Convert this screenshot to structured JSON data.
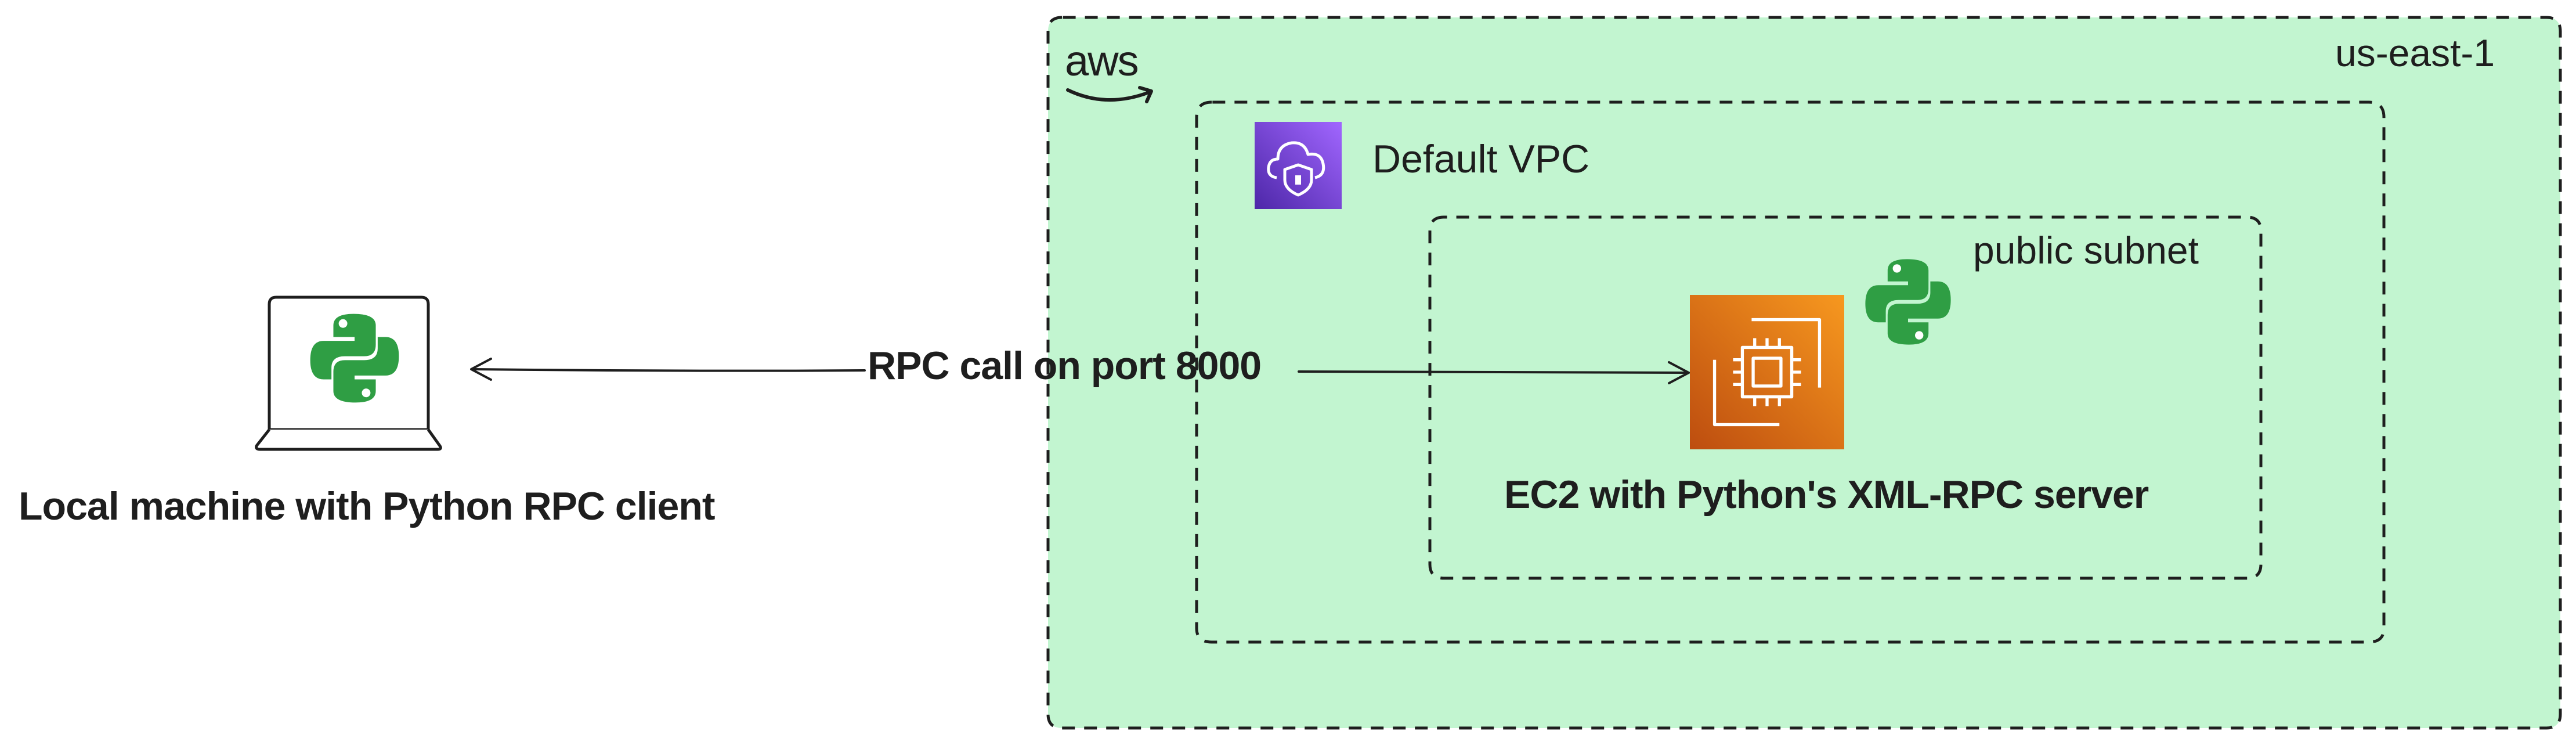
{
  "diagram": {
    "region": {
      "label": "us-east-1",
      "logo_text": "aws",
      "fill_color": "#c2f5d0"
    },
    "vpc": {
      "label": "Default VPC",
      "icon": "vpc-icon",
      "icon_colors": [
        "#4d27a8",
        "#a166ff"
      ]
    },
    "subnet": {
      "label": "public subnet"
    },
    "server": {
      "label": "EC2 with Python's XML-RPC server",
      "icon": "ec2-chip-icon",
      "icon_colors": [
        "#bd4d0f",
        "#f7981f"
      ]
    },
    "client": {
      "label": "Local machine with Python RPC client",
      "icon": "laptop-python-icon"
    },
    "connection": {
      "label": "RPC call on port 8000",
      "arrows": "both-ends"
    },
    "python_logo_colors": [
      "#2f9e44",
      "#ffffff"
    ]
  }
}
